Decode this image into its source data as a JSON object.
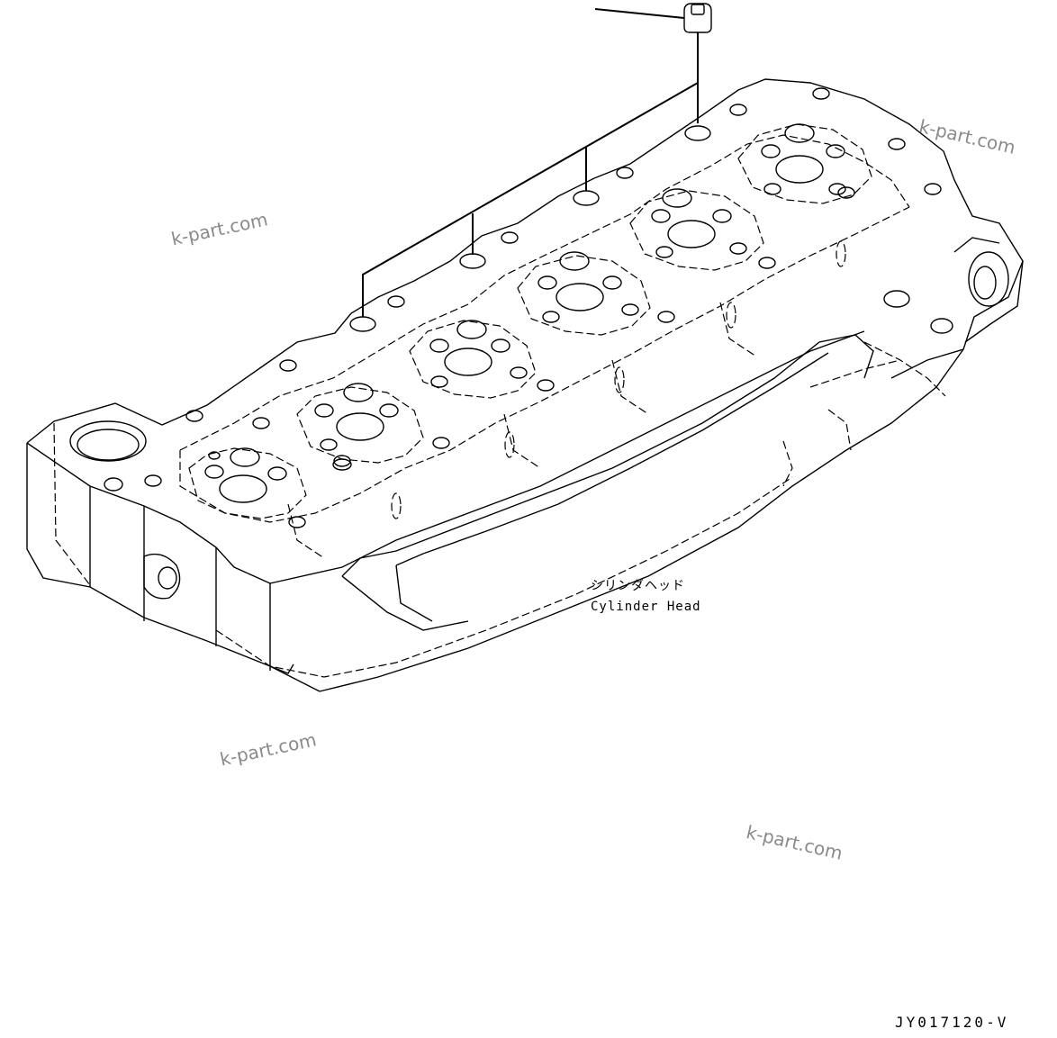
{
  "part_label": {
    "japanese": "シリンダヘッド",
    "english": "Cylinder Head"
  },
  "drawing_code": "JY017120-V",
  "watermark": "k-part.com",
  "icons": {
    "cap_plug": "plug-cap-icon"
  }
}
